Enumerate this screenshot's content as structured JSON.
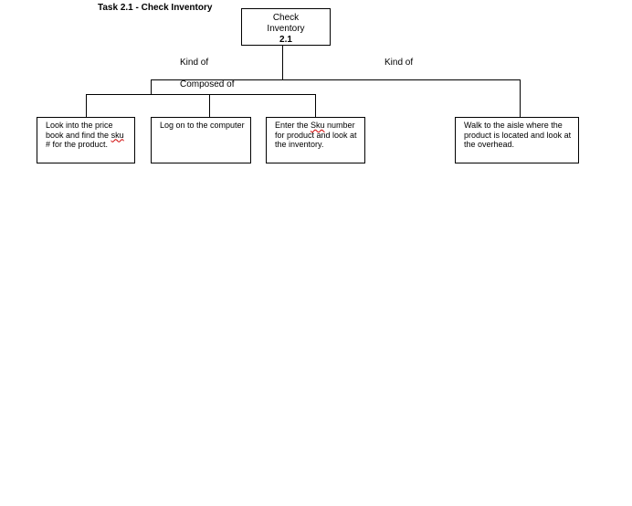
{
  "title": "Task 2.1 - Check Inventory",
  "root": {
    "line1": "Check",
    "line2": "Inventory",
    "number": "2.1"
  },
  "relations": {
    "kind_of_left": "Kind of",
    "kind_of_right": "Kind of",
    "composed_of": "Composed of"
  },
  "leaves": {
    "price_book": {
      "before": "Look into the price book and find the ",
      "flagged": "sku",
      "after": " # for the product."
    },
    "log_on": {
      "text": "Log on to the computer"
    },
    "enter_sku": {
      "before": "Enter the ",
      "flagged": "Sku",
      "after": " number for product and look at the inventory."
    },
    "walk_aisle": {
      "text": "Walk to the aisle where the product is located and look at the overhead."
    }
  },
  "colors": {
    "lines": "#000000",
    "spellcheck_underline": "#d00000"
  }
}
